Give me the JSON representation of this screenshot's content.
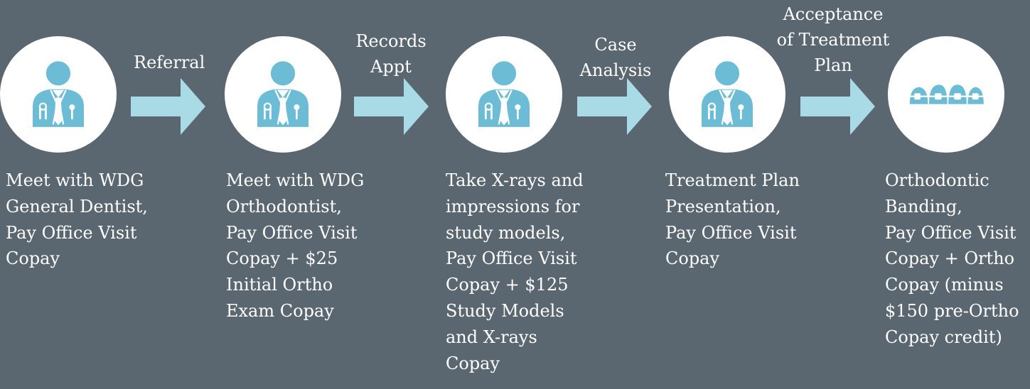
{
  "steps": [
    {
      "icon": "dentist-icon",
      "lines": [
        "Meet with WDG",
        "General Dentist,",
        "Pay Office Visit",
        "Copay"
      ]
    },
    {
      "icon": "dentist-icon",
      "lines": [
        "Meet with WDG",
        "Orthodontist,",
        "Pay Office Visit",
        "Copay + $25",
        "Initial Ortho",
        "Exam Copay"
      ]
    },
    {
      "icon": "dentist-icon",
      "lines": [
        "Take X-rays and",
        "impressions for",
        "study models,",
        "Pay Office Visit",
        "Copay + $125",
        "Study Models",
        "and X-rays",
        "Copay"
      ]
    },
    {
      "icon": "dentist-icon",
      "lines": [
        "Treatment Plan",
        "Presentation,",
        "Pay Office Visit",
        "Copay"
      ]
    },
    {
      "icon": "braces-icon",
      "lines": [
        "Orthodontic",
        "Banding,",
        "Pay Office Visit",
        "Copay + Ortho",
        "Copay (minus",
        "$150 pre-Ortho",
        "Copay credit)"
      ]
    }
  ],
  "transitions": [
    {
      "lines": [
        "Referral"
      ]
    },
    {
      "lines": [
        "Records",
        "Appt"
      ]
    },
    {
      "lines": [
        "Case",
        "Analysis"
      ]
    },
    {
      "lines": [
        "Acceptance",
        "of Treatment",
        "Plan"
      ]
    }
  ],
  "colors": {
    "background": "#5b6770",
    "circle": "#ffffff",
    "icon": "#6bbcd4",
    "arrow": "#a8dbe6",
    "text": "#ffffff"
  }
}
